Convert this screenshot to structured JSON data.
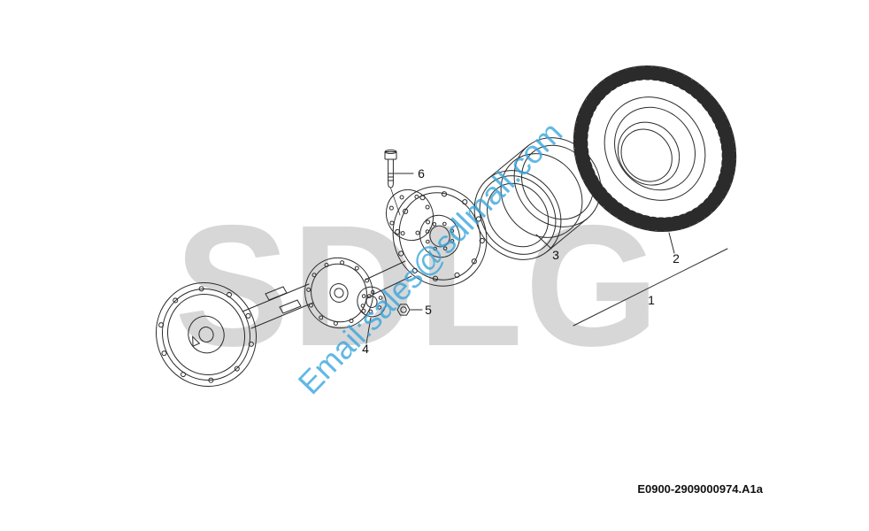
{
  "watermarks": {
    "brand": "SDLG",
    "email": "Email:sales@sdlmall.com"
  },
  "callouts": {
    "part1": "1",
    "part2": "2",
    "part3": "3",
    "part4": "4",
    "part5": "5",
    "part6": "6"
  },
  "footer": {
    "doc_code": "E0900-2909000974.A1a"
  },
  "colors": {
    "background": "#ffffff",
    "line": "#2b2b2b",
    "brand_watermark": "#d7d7d7",
    "email_watermark": "#35a5dd"
  }
}
